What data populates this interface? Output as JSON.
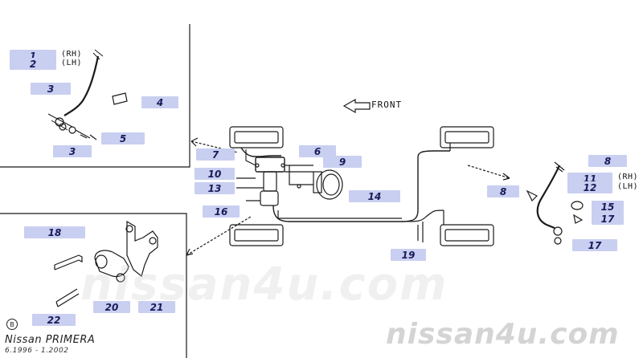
{
  "diagram": {
    "front_label": "FRONT",
    "model": "Nissan PRIMERA",
    "years": "6.1996 - 1.2002",
    "watermark": "nissan4u.com",
    "section_mark": "B",
    "side_labels": {
      "front_rh": "(RH)",
      "front_lh": "(LH)",
      "rear_rh": "(RH)",
      "rear_lh": "(LH)"
    },
    "callouts": [
      {
        "id": "c1",
        "label": "1"
      },
      {
        "id": "c2",
        "label": "2"
      },
      {
        "id": "c3a",
        "label": "3"
      },
      {
        "id": "c4",
        "label": "4"
      },
      {
        "id": "c3b",
        "label": "3"
      },
      {
        "id": "c5",
        "label": "5"
      },
      {
        "id": "c7",
        "label": "7"
      },
      {
        "id": "c6",
        "label": "6"
      },
      {
        "id": "c9",
        "label": "9"
      },
      {
        "id": "c10",
        "label": "10"
      },
      {
        "id": "c13",
        "label": "13"
      },
      {
        "id": "c16",
        "label": "16"
      },
      {
        "id": "c14",
        "label": "14"
      },
      {
        "id": "c19",
        "label": "19"
      },
      {
        "id": "c8a",
        "label": "8"
      },
      {
        "id": "c11",
        "label": "11"
      },
      {
        "id": "c12",
        "label": "12"
      },
      {
        "id": "c8b",
        "label": "8"
      },
      {
        "id": "c15",
        "label": "15"
      },
      {
        "id": "c17a",
        "label": "17"
      },
      {
        "id": "c17b",
        "label": "17"
      },
      {
        "id": "c18",
        "label": "18"
      },
      {
        "id": "c20",
        "label": "20"
      },
      {
        "id": "c21",
        "label": "21"
      },
      {
        "id": "c22",
        "label": "22"
      }
    ]
  }
}
